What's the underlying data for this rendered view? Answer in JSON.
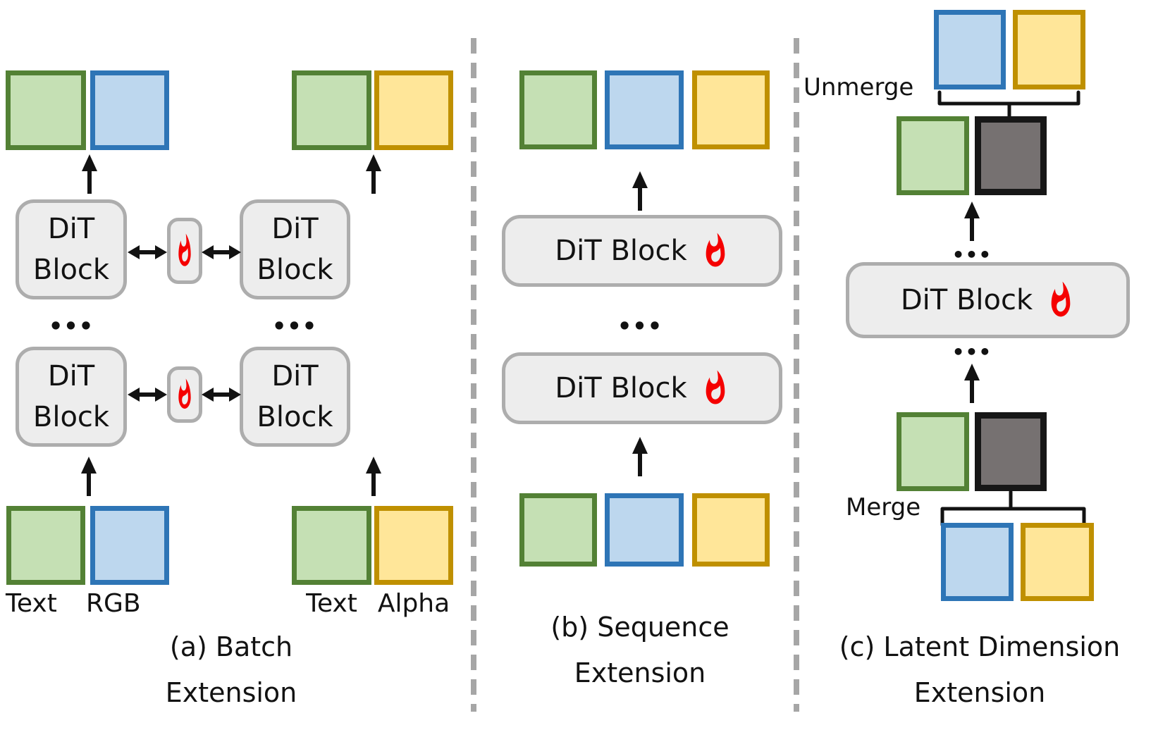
{
  "colors": {
    "background": "#ffffff",
    "green_fill": "#c5e0b4",
    "green_border": "#538135",
    "blue_fill": "#bdd7ee",
    "blue_border": "#2e75b6",
    "yellow_fill": "#ffe699",
    "yellow_border": "#bf9000",
    "gray_fill": "#767171",
    "gray_border": "#171717",
    "block_fill": "#ededed",
    "block_border": "#adadad",
    "flame_red": "#f50000",
    "divider": "#a6a6a6",
    "ink": "#121212"
  },
  "labels": {
    "dit_block": "DiT Block",
    "dit_block_stacked": "DiT\nBlock",
    "ellipsis": "•••",
    "text_token": "Text",
    "rgb_token": "RGB",
    "alpha_token": "Alpha",
    "unmerge": "Unmerge",
    "merge": "Merge"
  },
  "captions": {
    "panel_a": "(a) Batch\nExtension",
    "panel_b": "(b) Sequence\nExtension",
    "panel_c": "(c) Latent Dimension\nExtension"
  },
  "icons": {
    "flame": "🔥"
  }
}
